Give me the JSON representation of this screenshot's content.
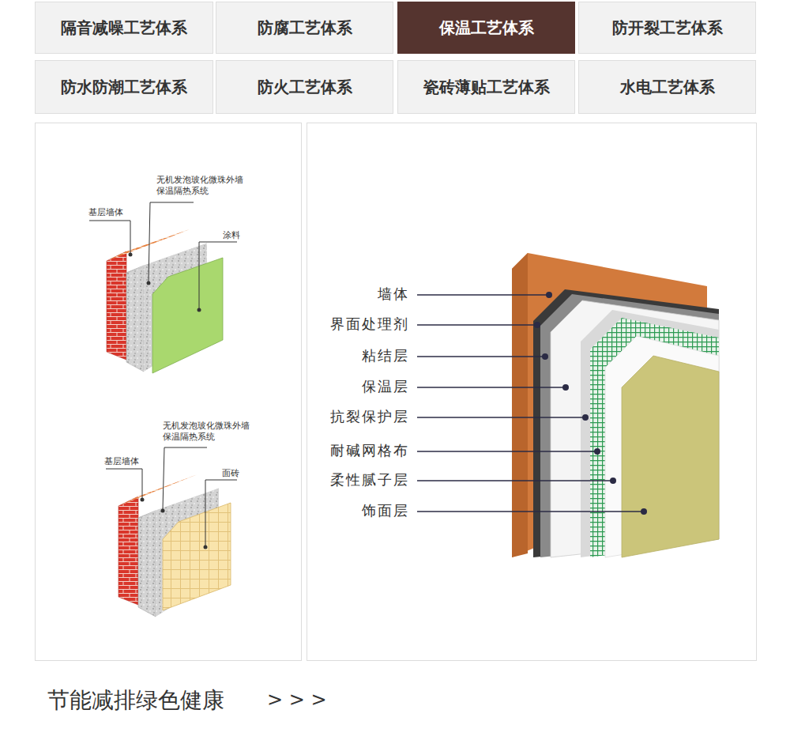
{
  "diagram": {
    "nodes": [
      {
        "text": [
          "隔音减噪工艺体系"
        ]
      },
      {
        "text": [
          "防腐工艺体系"
        ]
      },
      {
        "text": [
          "保温工艺体系"
        ]
      },
      {
        "text": [
          "防开裂工艺体系"
        ]
      },
      {
        "text": [
          "防水防潮工艺体系"
        ]
      },
      {
        "text": [
          "防火工艺体系"
        ]
      },
      {
        "text": [
          "瓷砖薄贴工艺体系"
        ]
      },
      {
        "text": [
          "水电工艺体系"
        ]
      }
    ],
    "labels": [
      "无机发泡玻化微珠外墙保温隔热系统",
      "基层墙体",
      "涂料",
      "无机发泡玻化微珠外墙保温隔热系统",
      "基层墙体",
      "面砖",
      "墙体",
      "界面处理剂",
      "粘结层",
      "保温层",
      "抗裂保护层",
      "耐碱网格布",
      "柔性腻子层",
      "饰面层",
      "节能减排绿色健康",
      "> > >"
    ]
  }
}
